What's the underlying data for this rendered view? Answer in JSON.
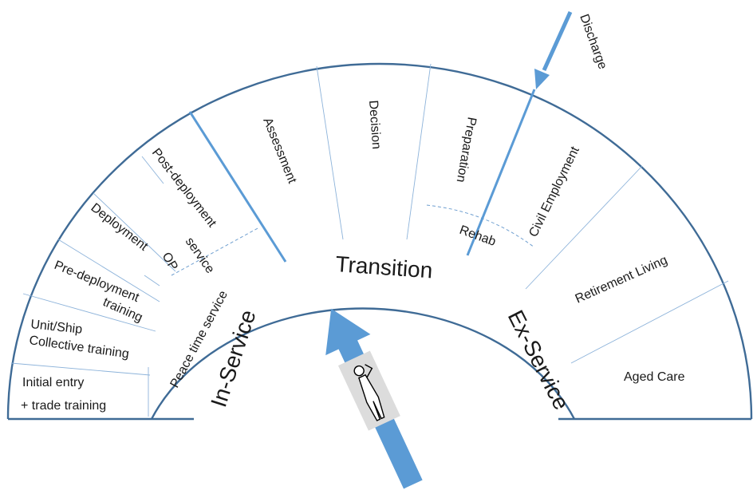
{
  "zones": {
    "in_service": "In-Service",
    "transition": "Transition",
    "ex_service": "Ex-Service"
  },
  "in_service_stages": {
    "initial_entry_1": "Initial entry",
    "initial_entry_2": "+ trade training",
    "unit_ship_1": "Unit/Ship",
    "unit_ship_2": "Collective training",
    "pre_deployment_1": "Pre-deployment",
    "pre_deployment_2": "training",
    "deployment": "Deployment",
    "op_service_1": "OP",
    "op_service_2": "service",
    "post_deployment": "Post-deployment",
    "peace_time": "Peace time service"
  },
  "transition_stages": {
    "assessment": "Assessment",
    "decision": "Decision",
    "preparation": "Preparation",
    "rehab": "Rehab"
  },
  "ex_service_stages": {
    "civil_employment": "Civil Employment",
    "retirement_living": "Retirement Living",
    "aged_care": "Aged Care"
  },
  "discharge_label": "Discharge",
  "colors": {
    "ring": "#3f6b96",
    "divider": "#8db3da",
    "accent_line": "#5b9bd5",
    "arrow": "#5b9bd5"
  },
  "icons": {
    "person": "saluting-soldier-icon"
  }
}
